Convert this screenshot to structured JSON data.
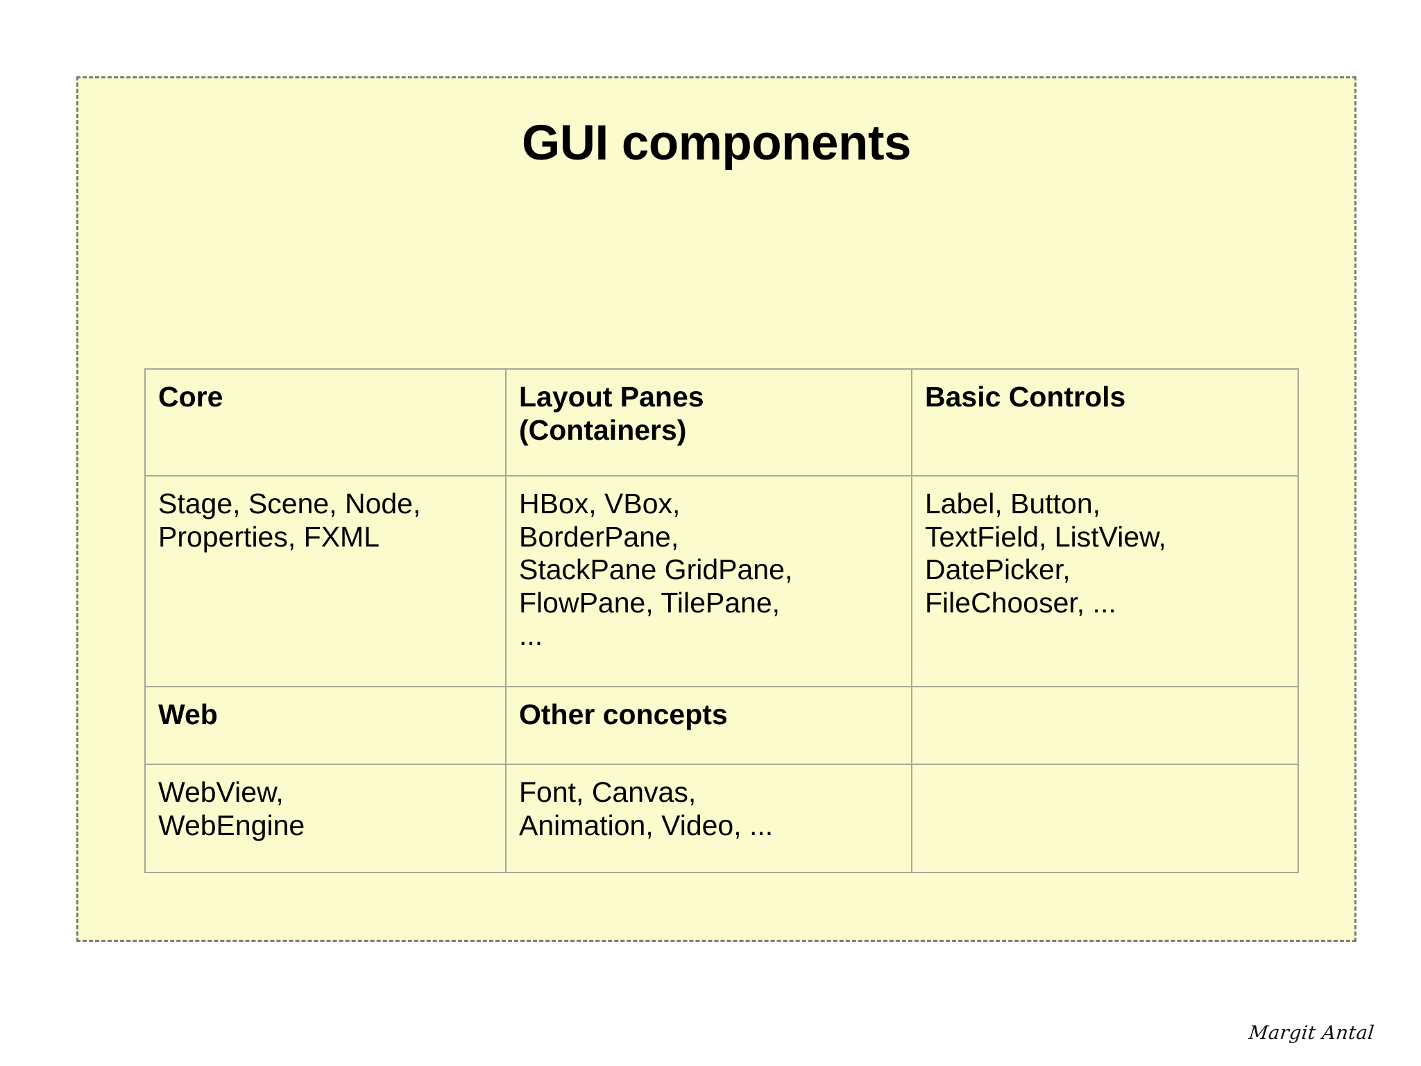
{
  "slide": {
    "title": "GUI components",
    "background_color": "#fbfbcd",
    "border_color": "#7c7c72",
    "table_border_color": "#a8a897",
    "text_color": "#000000"
  },
  "table": {
    "rows": [
      {
        "type": "header",
        "cells": [
          "Core",
          "Layout Panes\n(Containers)",
          "Basic Controls"
        ]
      },
      {
        "type": "body",
        "cells": [
          "Stage, Scene, Node,\nProperties, FXML",
          "HBox, VBox,\nBorderPane,\nStackPane GridPane,\nFlowPane, TilePane,\n...",
          "Label, Button,\nTextField, ListView,\nDatePicker,\nFileChooser, ..."
        ]
      },
      {
        "type": "header",
        "cells": [
          "Web",
          "Other concepts",
          ""
        ]
      },
      {
        "type": "body",
        "cells": [
          "WebView,\nWebEngine",
          "Font, Canvas,\nAnimation, Video, ...",
          ""
        ]
      }
    ]
  },
  "signature": {
    "author": "Margit Antal"
  }
}
